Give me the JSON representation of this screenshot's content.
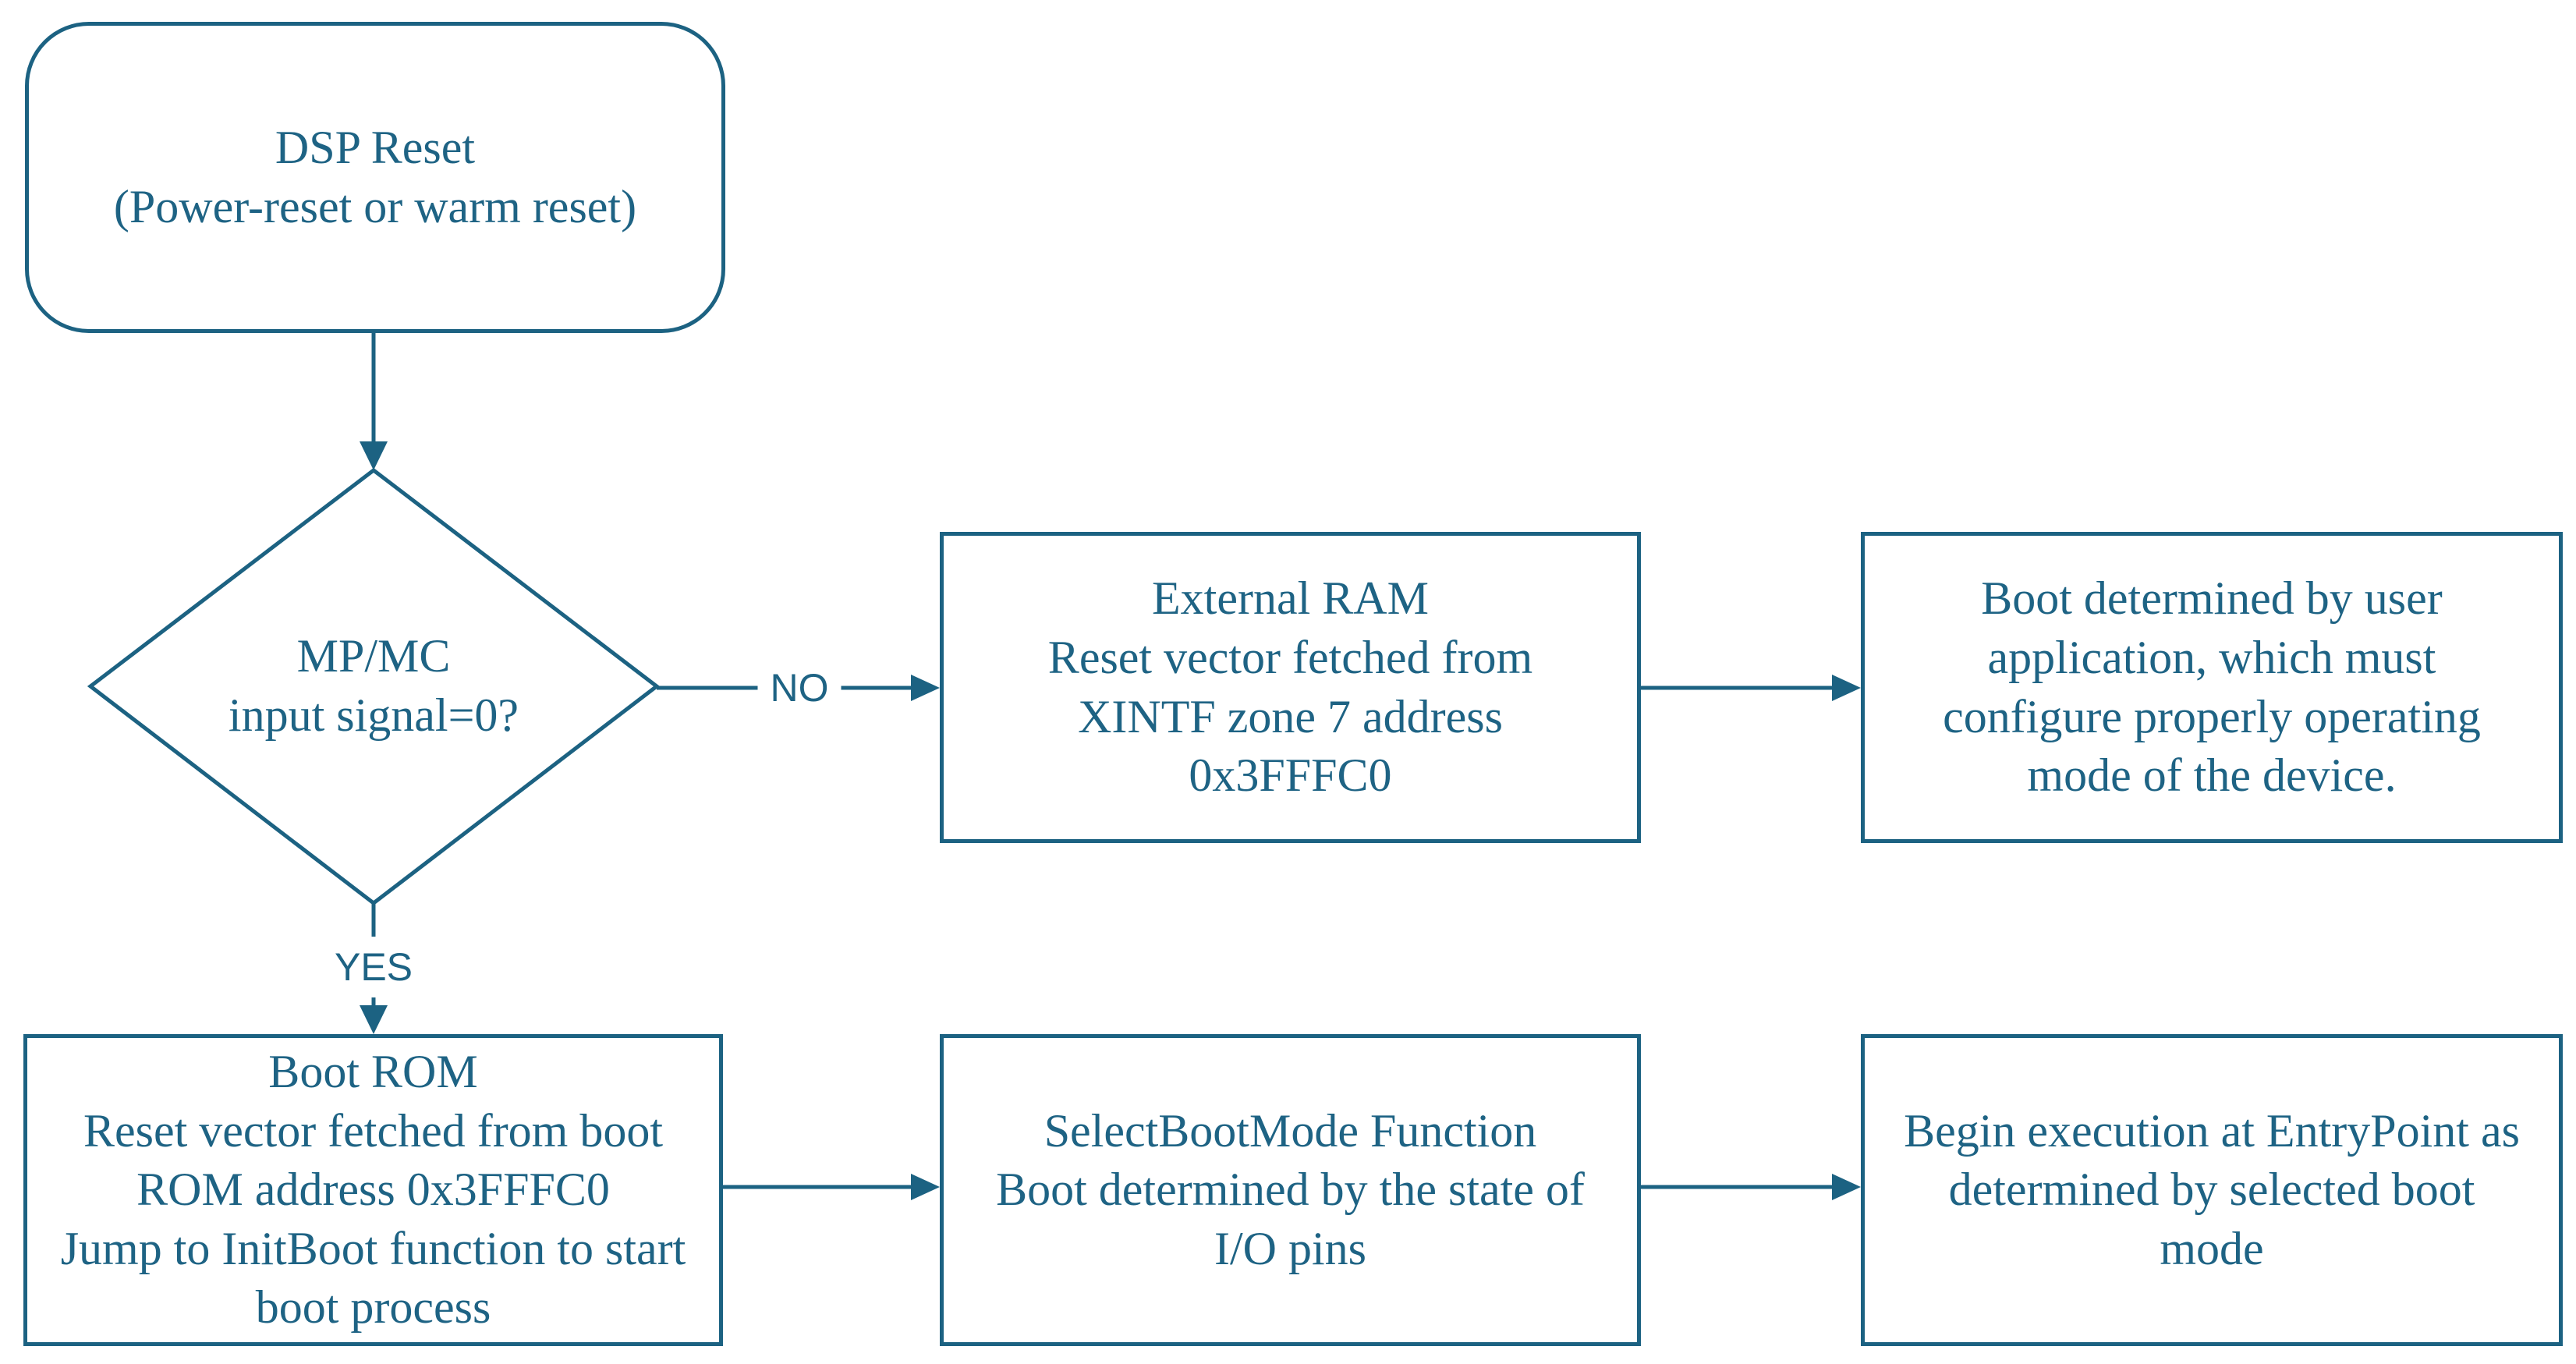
{
  "diagram": {
    "accent_color": "#1E6384",
    "line_color": "#1C6282",
    "background_color": "#FFFFFF"
  },
  "nodes": {
    "dsp_reset": {
      "shape": "rounded-rectangle",
      "lines": [
        "DSP Reset",
        "(Power-reset or warm reset)"
      ]
    },
    "decision": {
      "shape": "diamond",
      "lines": [
        "MP/MC",
        "input signal=0?"
      ]
    },
    "external_ram": {
      "shape": "rectangle",
      "lines": [
        "External RAM",
        "Reset vector fetched from",
        "XINTF zone 7 address",
        "0x3FFFC0"
      ]
    },
    "user_boot": {
      "shape": "rectangle",
      "lines": [
        "Boot determined by user",
        "application, which must",
        "configure properly operating",
        "mode of the device."
      ]
    },
    "boot_rom": {
      "shape": "rectangle",
      "lines": [
        "Boot ROM",
        "Reset vector fetched from boot",
        "ROM address 0x3FFFC0",
        "Jump to InitBoot function to start",
        "boot process"
      ]
    },
    "select_boot_mode": {
      "shape": "rectangle",
      "lines": [
        "SelectBootMode Function",
        "Boot determined by the state of",
        "I/O pins"
      ]
    },
    "begin_execution": {
      "shape": "rectangle",
      "lines": [
        "Begin execution at EntryPoint as",
        "determined by selected boot",
        "mode"
      ]
    }
  },
  "edges": {
    "no_label": "NO",
    "yes_label": "YES"
  }
}
